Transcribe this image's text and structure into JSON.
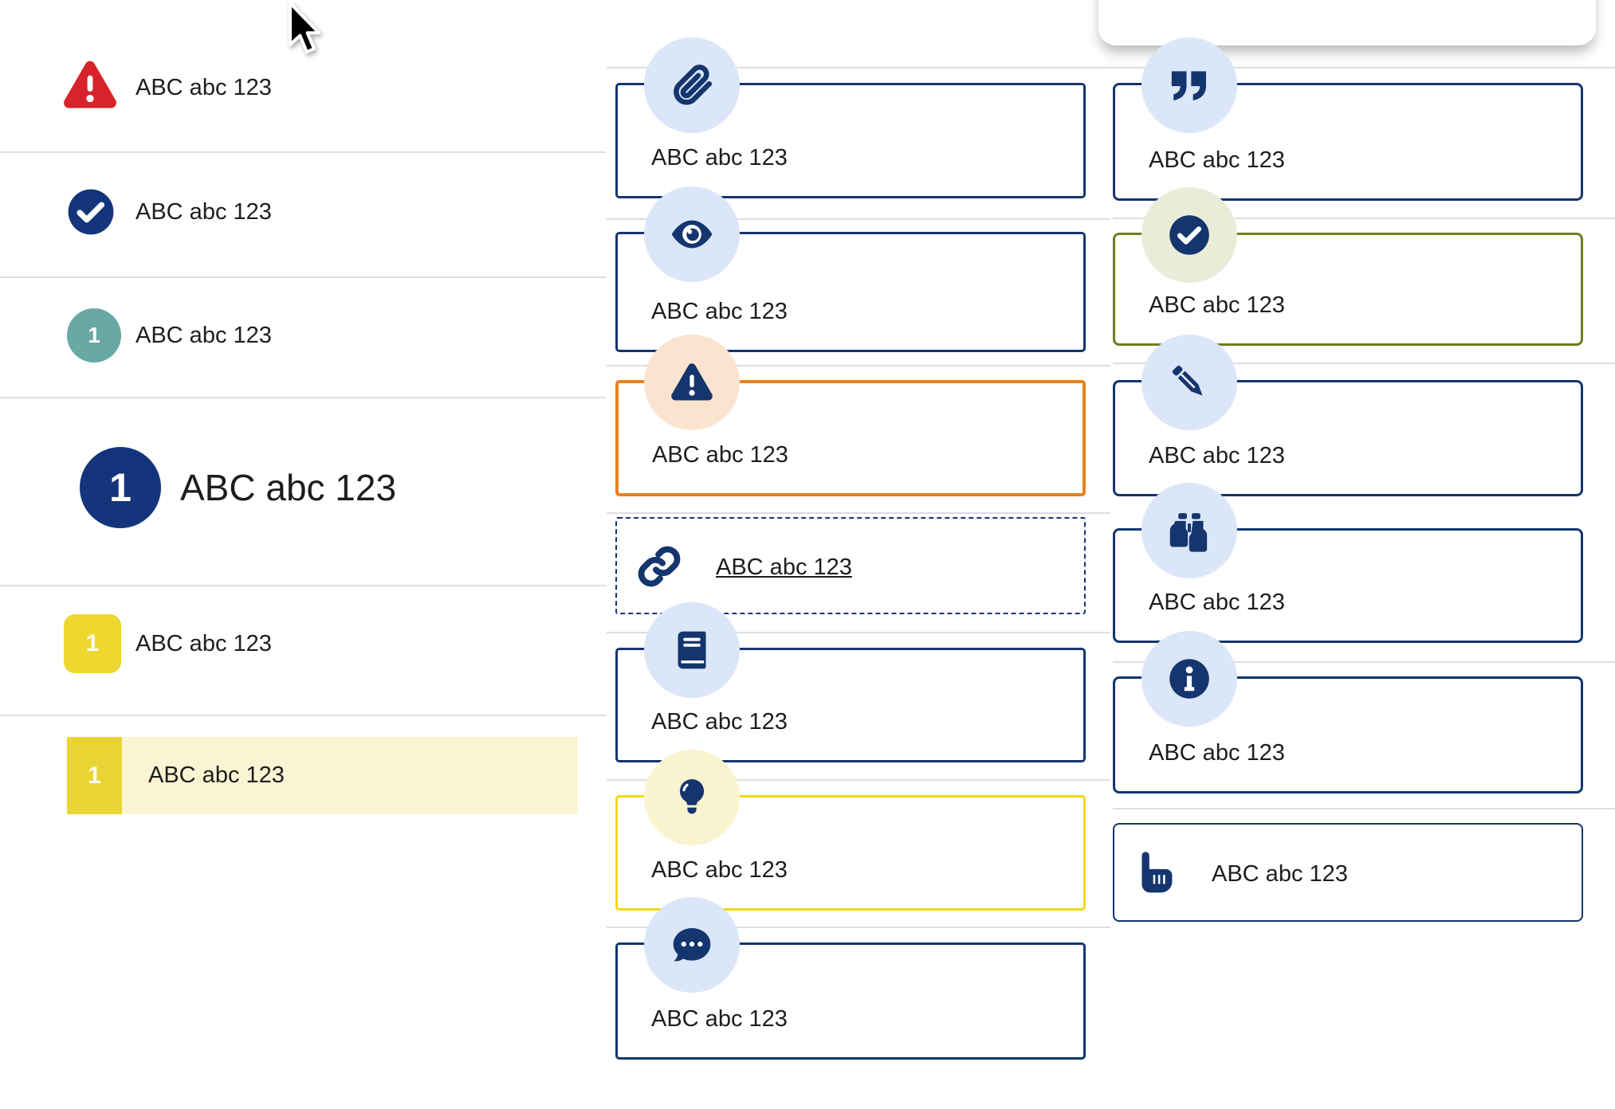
{
  "placeholder_label": "ABC abc 123",
  "colors": {
    "navy": "#14356e",
    "navy_fill": "#14357b",
    "light_blue_circle": "#dbe6f8",
    "pale_peach_circle": "#fbe4cf",
    "pale_yellow_circle": "#faf3cf",
    "pale_green_circle": "#e9edd8",
    "orange_border": "#e8821d",
    "yellow_border": "#f2d716",
    "olive_border": "#6e7c21",
    "badge_yellow": "#eed72e",
    "selected_yellow": "#e9d435",
    "selected_row_bg": "#faf4d3",
    "teal": "#68a8a5",
    "red": "#d8232a",
    "divider": "#dedede",
    "text": "#1d1d1b"
  },
  "left_list": {
    "items": [
      {
        "icon": "warning-triangle-icon",
        "label": "ABC abc 123"
      },
      {
        "icon": "check-circle-icon",
        "label": "ABC abc 123"
      },
      {
        "icon": "teal-number-badge",
        "number": "1",
        "label": "ABC abc 123"
      },
      {
        "icon": "large-navy-number-badge",
        "number": "1",
        "label": "ABC abc 123"
      },
      {
        "icon": "yellow-number-badge",
        "number": "1",
        "label": "ABC abc 123"
      },
      {
        "icon": "yellow-number-badge-selected",
        "number": "1",
        "label": "ABC abc 123",
        "selected": true
      }
    ]
  },
  "middle_callouts": [
    {
      "icon": "paperclip-icon",
      "style": "navy",
      "label": "ABC abc 123"
    },
    {
      "icon": "eye-icon",
      "style": "navy",
      "label": "ABC abc 123"
    },
    {
      "icon": "warning-triangle-icon",
      "style": "orange",
      "label": "ABC abc 123"
    },
    {
      "icon": "link-icon",
      "style": "dashed",
      "label": "ABC abc 123",
      "link": true
    },
    {
      "icon": "book-icon",
      "style": "navy",
      "label": "ABC abc 123"
    },
    {
      "icon": "lightbulb-icon",
      "style": "yellow",
      "label": "ABC abc 123"
    },
    {
      "icon": "comment-dots-icon",
      "style": "navy",
      "label": "ABC abc 123"
    }
  ],
  "right_callouts": [
    {
      "icon": "quote-icon",
      "style": "navy",
      "label": "ABC abc 123"
    },
    {
      "icon": "check-circle-icon",
      "style": "green",
      "label": "ABC abc 123"
    },
    {
      "icon": "pencil-icon",
      "style": "navy",
      "label": "ABC abc 123"
    },
    {
      "icon": "binoculars-icon",
      "style": "navy",
      "label": "ABC abc 123"
    },
    {
      "icon": "info-circle-icon",
      "style": "navy",
      "label": "ABC abc 123"
    },
    {
      "icon": "hand-point-up-icon",
      "style": "compact",
      "label": "ABC abc 123"
    }
  ]
}
